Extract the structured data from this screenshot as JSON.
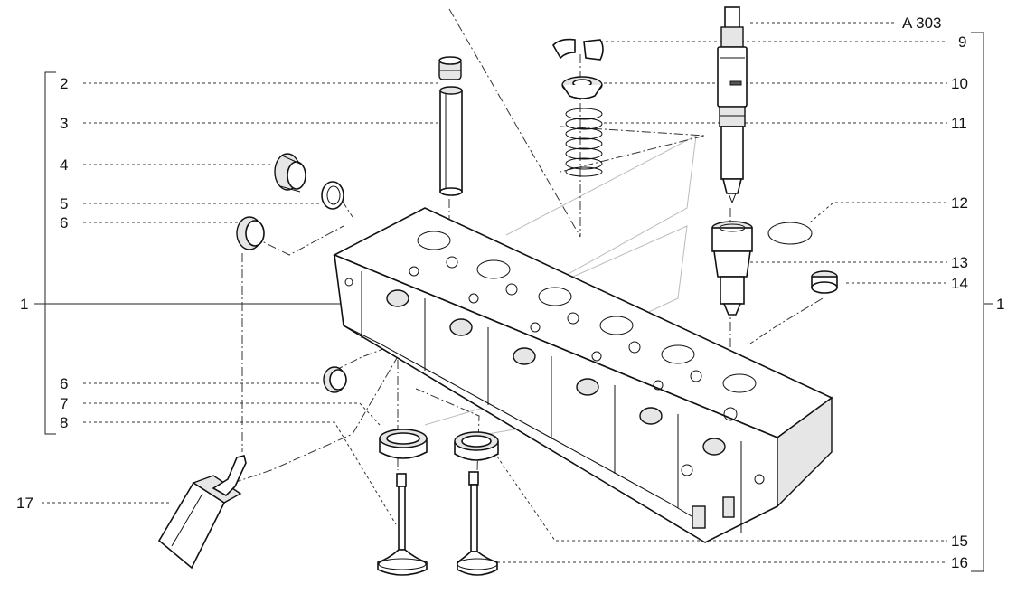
{
  "callouts": {
    "ref_a303": "A 303",
    "c1_left": "1",
    "c1_right": "1",
    "c2": "2",
    "c3": "3",
    "c4": "4",
    "c5": "5",
    "c6_top": "6",
    "c6_bottom": "6",
    "c7": "7",
    "c8": "8",
    "c9": "9",
    "c10": "10",
    "c11": "11",
    "c12": "12",
    "c13": "13",
    "c14": "14",
    "c15": "15",
    "c16": "16",
    "c17": "17"
  }
}
